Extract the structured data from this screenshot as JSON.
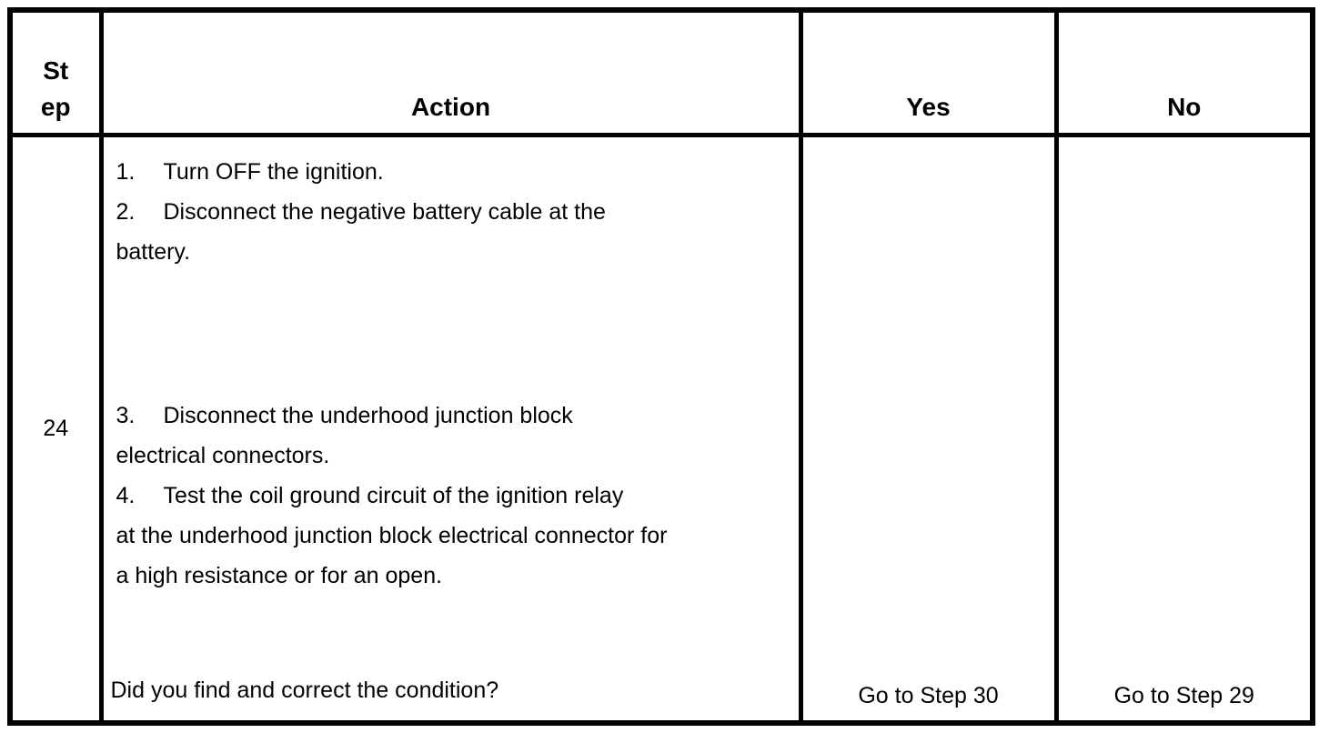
{
  "table": {
    "header": {
      "step_lines": [
        "St",
        "ep"
      ],
      "action": "Action",
      "yes": "Yes",
      "no": "No"
    },
    "row": {
      "step": "24",
      "action": {
        "items": [
          {
            "num": "1.",
            "lines": [
              "Turn OFF the ignition."
            ]
          },
          {
            "num": "2.",
            "lines": [
              "Disconnect the negative battery cable at the",
              "battery."
            ]
          },
          {
            "num": "3.",
            "lines": [
              "Disconnect the underhood junction block",
              "electrical connectors."
            ]
          },
          {
            "num": "4.",
            "lines": [
              "Test the coil ground circuit of the ignition relay",
              "at the underhood junction block electrical connector for",
              "a high resistance or for an open."
            ]
          }
        ],
        "question": "Did you find and correct the condition?"
      },
      "yes": "Go to Step 30",
      "no": "Go to Step 29"
    },
    "colors": {
      "border": "#000000",
      "text": "#000000",
      "background": "#ffffff"
    }
  }
}
